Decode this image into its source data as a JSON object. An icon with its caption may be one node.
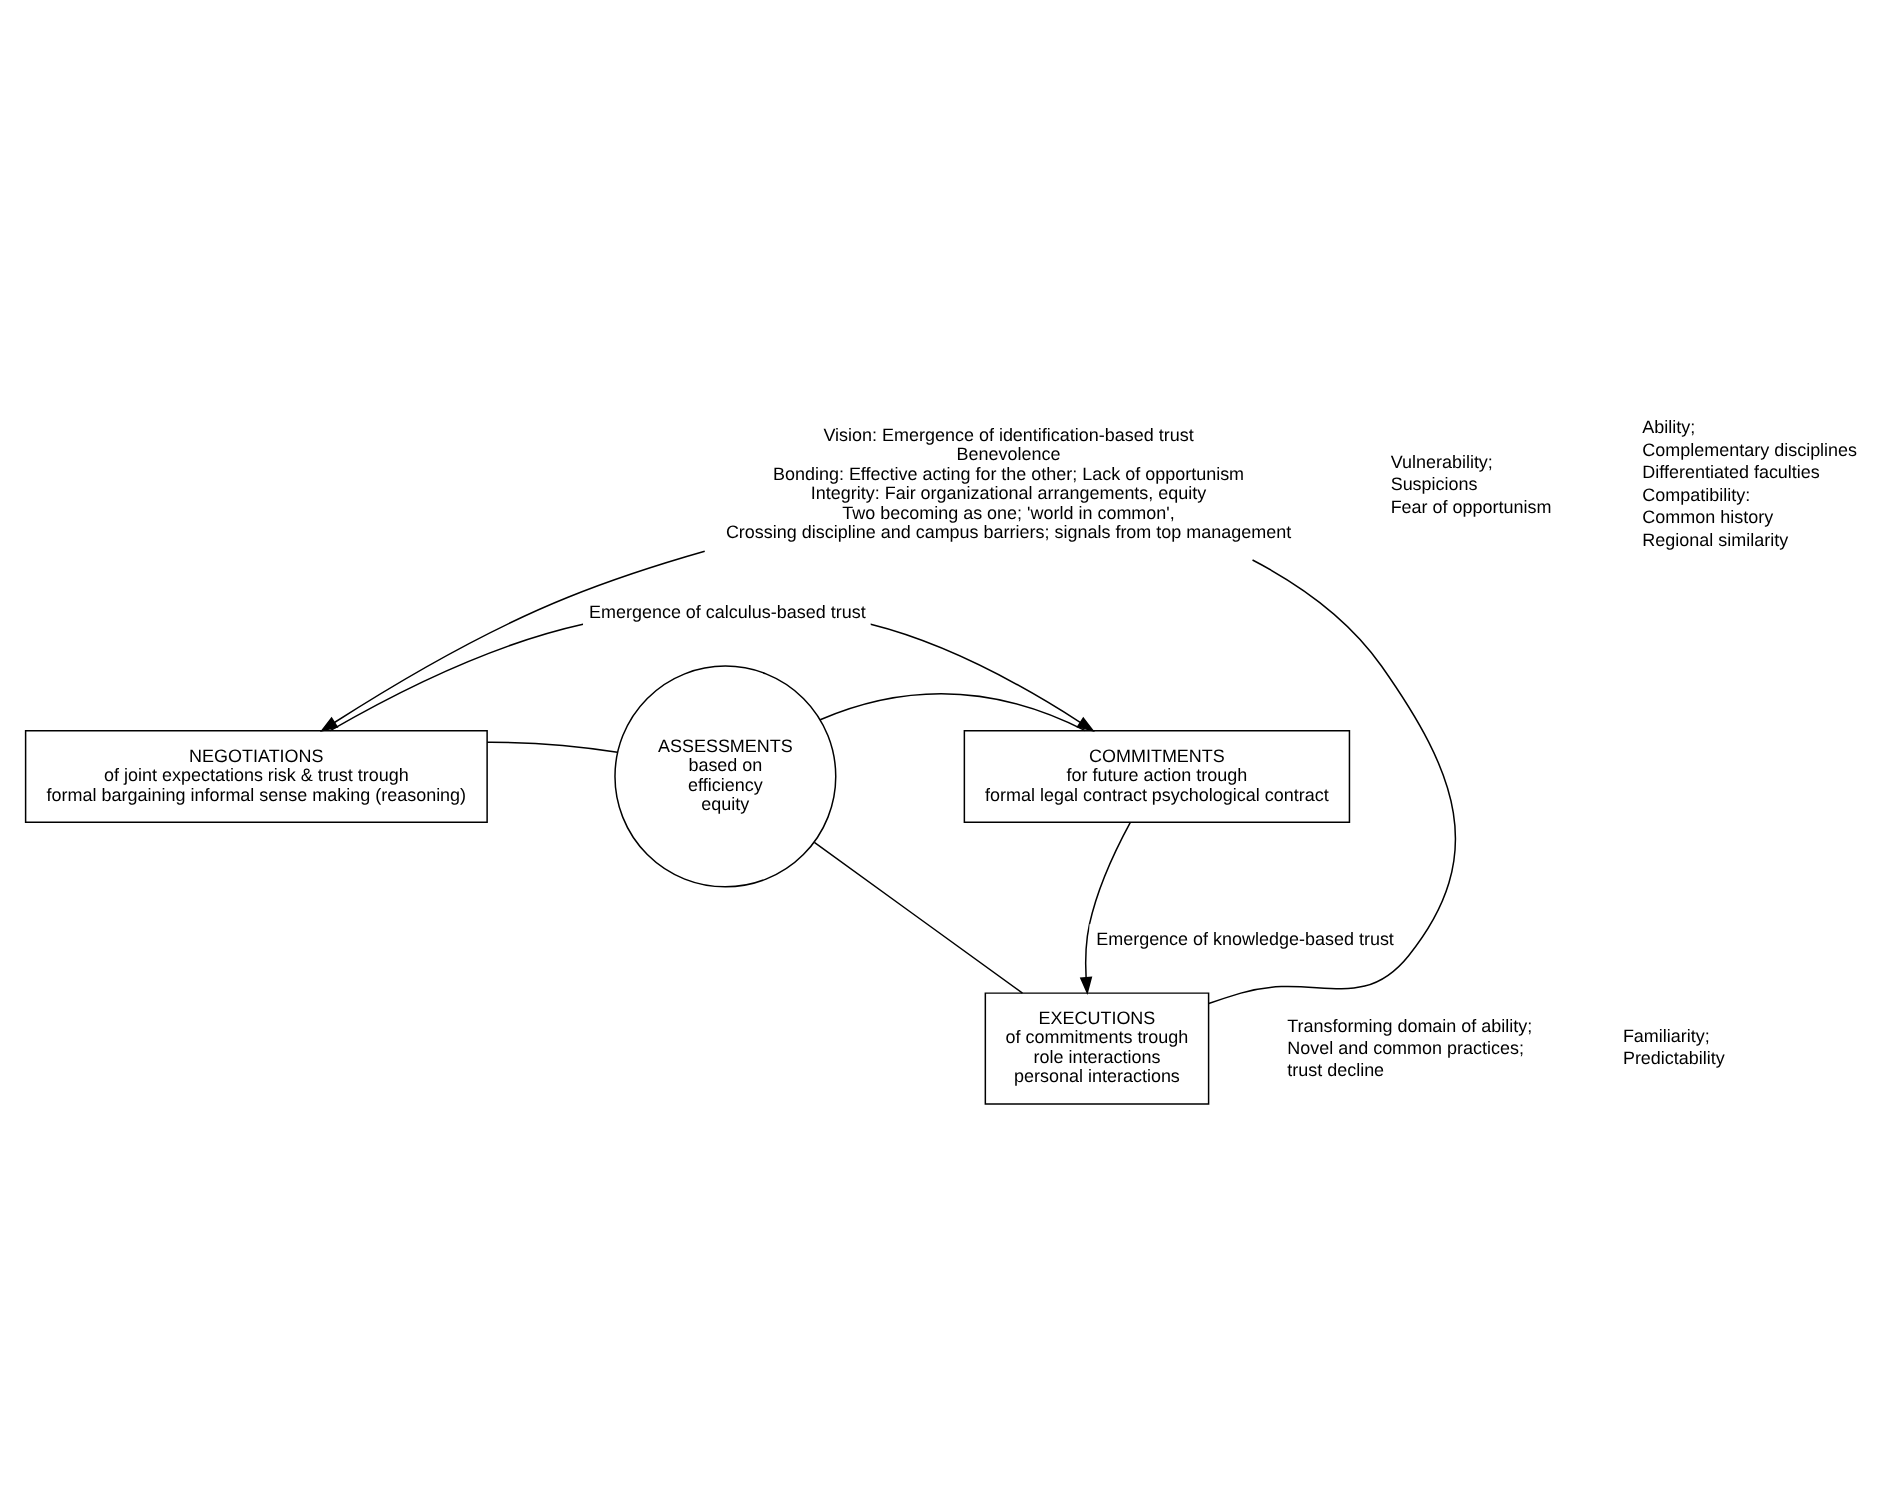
{
  "diagram": {
    "nodes": [
      {
        "text": [
          "NEGOTIATIONS",
          "of joint expectations risk & trust trough",
          "formal bargaining informal sense making (reasoning)"
        ]
      },
      {
        "text": [
          "COMMITMENTS",
          "for future action trough",
          "formal legal contract psychological contract"
        ]
      },
      {
        "text": [
          "ASSESSMENTS",
          "based on",
          "efficiency",
          "equity"
        ]
      },
      {
        "text": [
          "EXECUTIONS",
          "of commitments trough",
          "role interactions",
          "personal interactions"
        ]
      },
      {
        "text": [
          "Vision: Emergence of identification-based trust",
          "Benevolence",
          "Bonding: Effective acting for the other; Lack of opportunism",
          "Integrity: Fair organizational arrangements, equity",
          "Two becoming as one; 'world in common',",
          "Crossing discipline and campus barriers; signals from top management"
        ]
      }
    ],
    "edges": [
      {
        "from": 0,
        "to": 1,
        "arrow": "to",
        "label": "Emergence of calculus-based trust"
      },
      {
        "from": 2,
        "to": 0,
        "arrow": "none"
      },
      {
        "from": 2,
        "to": 1,
        "arrow": "none"
      },
      {
        "from": 2,
        "to": 3,
        "arrow": "none"
      },
      {
        "from": 4,
        "to": 0,
        "arrow": "to"
      },
      {
        "from": 4,
        "to": 3,
        "arrow": "none"
      },
      {
        "from": 1,
        "to": 3,
        "arrow": "to",
        "label": "Emergence of knowledge-based trust"
      }
    ],
    "labels": [
      "Vulnerability;",
      "Suspicions",
      "Fear of opportunism",
      "Ability;",
      "Complementary disciplines",
      "Differentiated faculties",
      "Compatibility:",
      "Common history",
      "Regional similarity",
      "Transforming domain of ability;",
      "Novel and common practices;",
      "trust decline",
      "Familiarity;",
      "Predictability"
    ]
  }
}
